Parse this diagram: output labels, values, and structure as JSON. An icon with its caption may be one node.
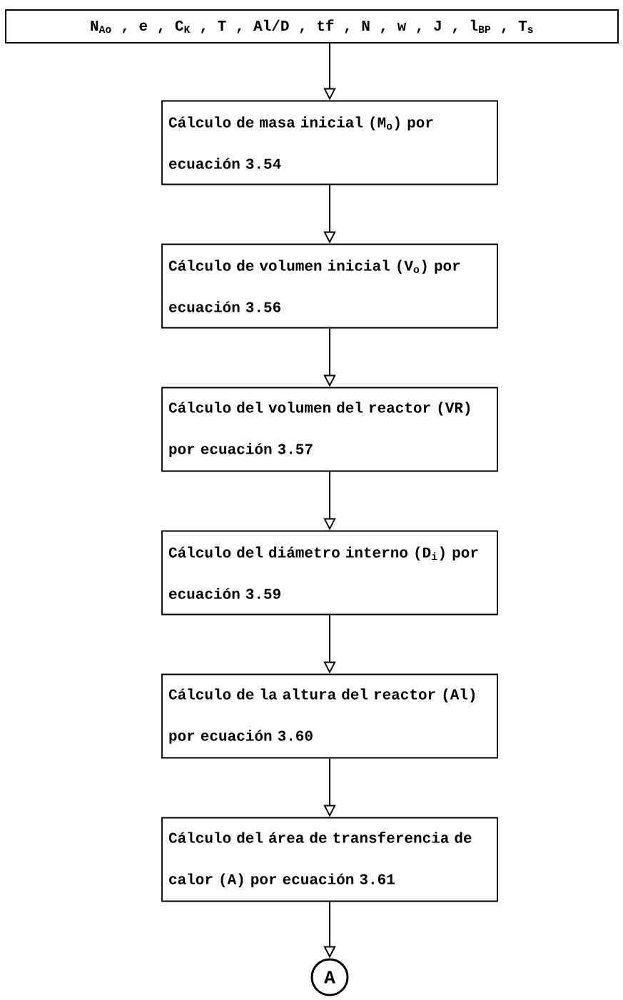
{
  "diagram": {
    "nodes": [
      {
        "text": [
          "N$_{Ao}$ , e , C$_{K}$ , T , Al/D , tf , N , w , J , l$_{BP}$ , T$_{s}$"
        ]
      },
      {
        "text": [
          "Cálculo de masa inicial (M$_{o}$) por ecuación 3.54"
        ]
      },
      {
        "text": [
          "Cálculo de volumen inicial (V$_{o}$) por ecuación 3.56"
        ]
      },
      {
        "text": [
          "Cálculo del volumen del reactor (VR) por ecuación 3.57"
        ]
      },
      {
        "text": [
          "Cálculo del diámetro interno (D$_{i}$) por ecuación 3.59"
        ]
      },
      {
        "text": [
          "Cálculo de la altura del reactor (Al) por ecuación 3.60"
        ]
      },
      {
        "text": [
          "Cálculo del área de transferencia de calor (A) por ecuación 3.61"
        ]
      },
      {
        "text": [
          "A"
        ]
      }
    ],
    "edges": [
      {
        "from": 0,
        "to": 1,
        "arrow": "to"
      },
      {
        "from": 1,
        "to": 2,
        "arrow": "to"
      },
      {
        "from": 2,
        "to": 3,
        "arrow": "to"
      },
      {
        "from": 3,
        "to": 4,
        "arrow": "to"
      },
      {
        "from": 4,
        "to": 5,
        "arrow": "to"
      },
      {
        "from": 5,
        "to": 6,
        "arrow": "to"
      },
      {
        "from": 6,
        "to": 7,
        "arrow": "to"
      }
    ]
  }
}
